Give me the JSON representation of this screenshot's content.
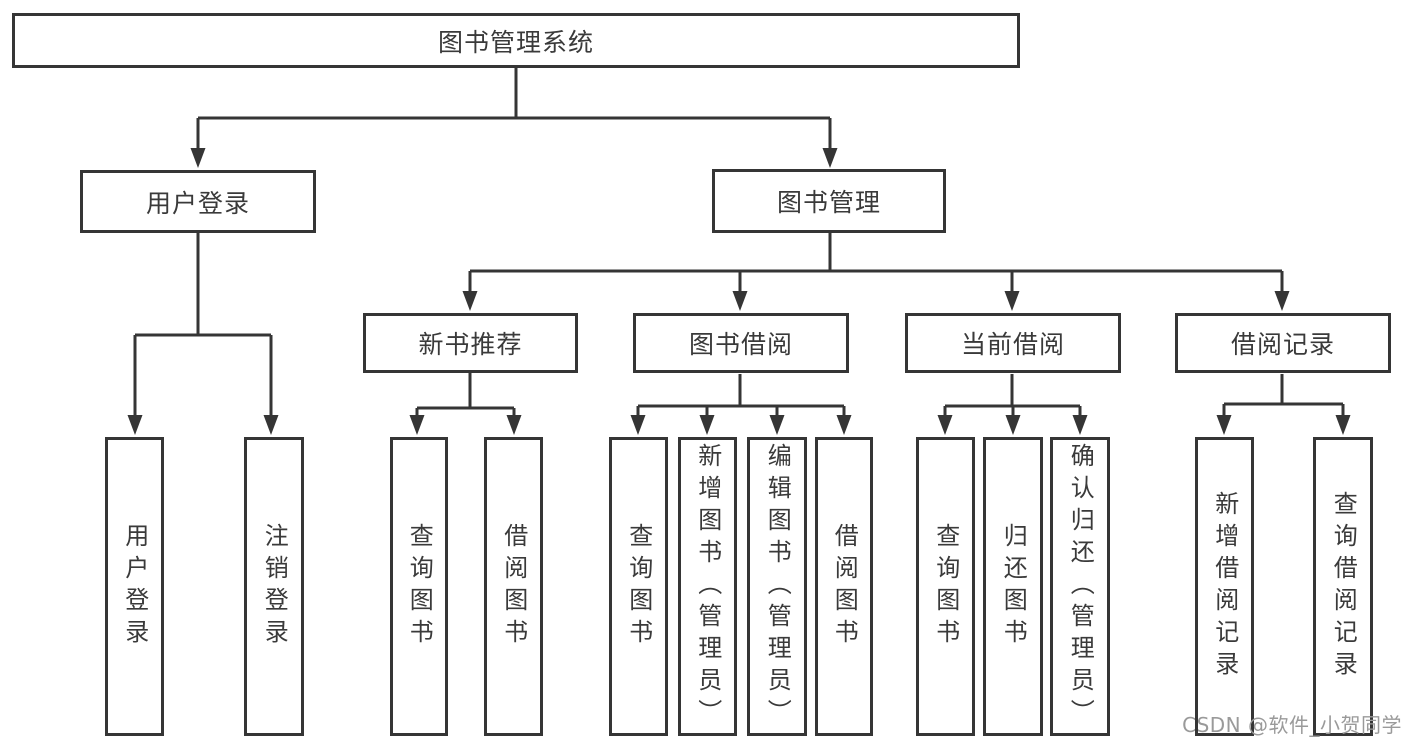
{
  "diagram": {
    "root": {
      "label": "图书管理系统",
      "children": [
        {
          "label": "用户登录",
          "children": [
            {
              "label": "用户登录"
            },
            {
              "label": "注销登录"
            }
          ]
        },
        {
          "label": "图书管理",
          "children": [
            {
              "label": "新书推荐",
              "children": [
                {
                  "label": "查询图书"
                },
                {
                  "label": "借阅图书"
                }
              ]
            },
            {
              "label": "图书借阅",
              "children": [
                {
                  "label": "查询图书"
                },
                {
                  "label": "新增图书（管理员）"
                },
                {
                  "label": "编辑图书（管理员）"
                },
                {
                  "label": "借阅图书"
                }
              ]
            },
            {
              "label": "当前借阅",
              "children": [
                {
                  "label": "查询图书"
                },
                {
                  "label": "归还图书"
                },
                {
                  "label": "确认归还（管理员）"
                }
              ]
            },
            {
              "label": "借阅记录",
              "children": [
                {
                  "label": "新增借阅记录"
                },
                {
                  "label": "查询借阅记录"
                }
              ]
            }
          ]
        }
      ]
    }
  },
  "watermark": {
    "text": "CSDN @软件_小贺同学"
  },
  "colors": {
    "line": "#353535",
    "text": "#3a3a3a",
    "watermark": "#9a9a9a",
    "background": "#ffffff"
  }
}
